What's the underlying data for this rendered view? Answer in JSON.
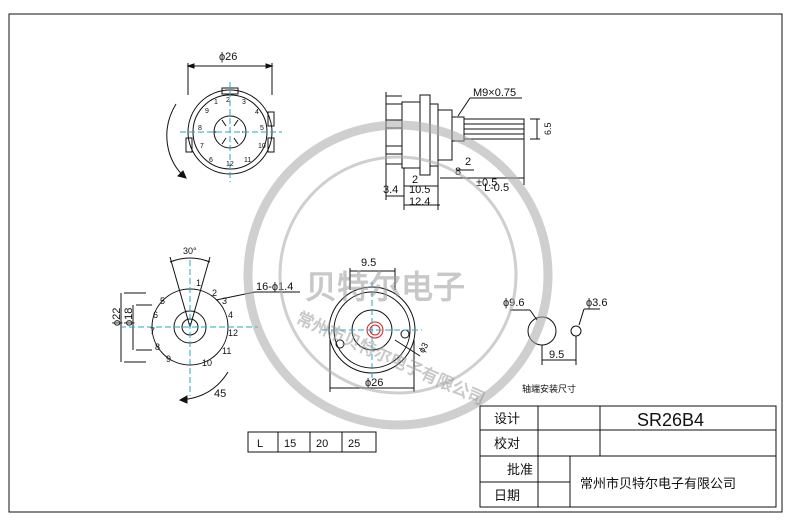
{
  "top_view": {
    "diameter_label": "ϕ26"
  },
  "side_view": {
    "thread_label": "M9×0.75",
    "shaft_label": "6.5",
    "labels": [
      "2",
      "8",
      "±0.5",
      "2",
      "L-0.5",
      "3.4",
      "10.5",
      "12.4"
    ]
  },
  "bottom_left_view": {
    "angle_label": "30°",
    "holes_label": "16-ϕ1.4",
    "dim_22": "ϕ22",
    "dim_18": "ϕ18",
    "angle_45": "45",
    "position_numbers": [
      "1",
      "2",
      "3",
      "4",
      "5",
      "6",
      "7",
      "8",
      "9",
      "10",
      "11",
      "12"
    ]
  },
  "front_view": {
    "dim_9_5": "9.5",
    "dim_3": "ϕ3",
    "diameter_label": "ϕ26"
  },
  "shaft_detail": {
    "d1": "ϕ9.6",
    "d2": "ϕ3.6",
    "spacing": "9.5",
    "caption": "轴端安装尺寸"
  },
  "length_table": {
    "header": "L",
    "values": [
      "15",
      "20",
      "25"
    ]
  },
  "title_block": {
    "design_label": "设计",
    "check_label": "校对",
    "approve_label": "批准",
    "date_label": "日期",
    "model": "SR26B4",
    "company": "常州市贝特尔电子有限公司"
  },
  "watermark": {
    "center_text": "贝特尔电子",
    "ring_text": "常州市贝特尔电子有限公司"
  }
}
